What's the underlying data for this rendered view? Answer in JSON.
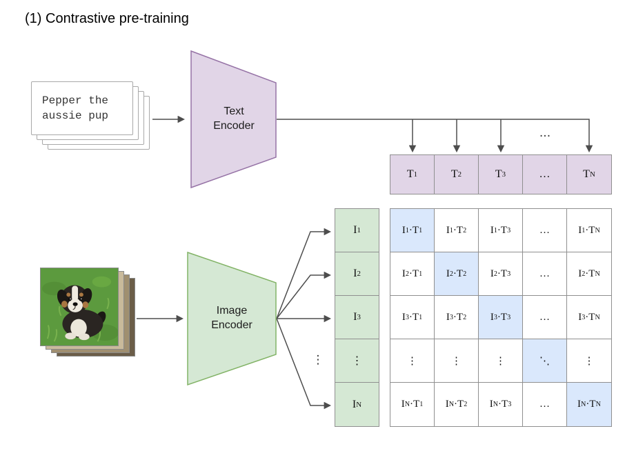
{
  "title": "(1) Contrastive pre-training",
  "text_input": {
    "lines": [
      "Pepper the",
      "aussie pup"
    ]
  },
  "encoders": {
    "text": "Text Encoder",
    "image": "Image Encoder"
  },
  "flow": {
    "ellipsis_above_row": "...",
    "ellipsis_fan": "⋮"
  },
  "text_embeddings": [
    "T_1",
    "T_2",
    "T_3",
    "…",
    "T_N"
  ],
  "image_embeddings": [
    "I_1",
    "I_2",
    "I_3",
    "⋮",
    "I_N"
  ],
  "matrix": {
    "cells": [
      [
        "I_1·T_1",
        "I_1·T_2",
        "I_1·T_3",
        "…",
        "I_1·T_N"
      ],
      [
        "I_2·T_1",
        "I_2·T_2",
        "I_2·T_3",
        "…",
        "I_2·T_N"
      ],
      [
        "I_3·T_1",
        "I_3·T_2",
        "I_3·T_3",
        "…",
        "I_3·T_N"
      ],
      [
        "⋮",
        "⋮",
        "⋮",
        "⋱",
        "⋮"
      ],
      [
        "I_N·T_1",
        "I_N·T_2",
        "I_N·T_3",
        "…",
        "I_N·T_N"
      ]
    ]
  },
  "colors": {
    "text_fill": "#e1d5e7",
    "text_stroke": "#9673a6",
    "image_fill": "#d5e8d4",
    "image_stroke": "#82b366",
    "diag_fill": "#dae8fc",
    "grid_border": "#8f8f8f",
    "line": "#4d4d4d",
    "card_border": "#a8a8a8"
  }
}
